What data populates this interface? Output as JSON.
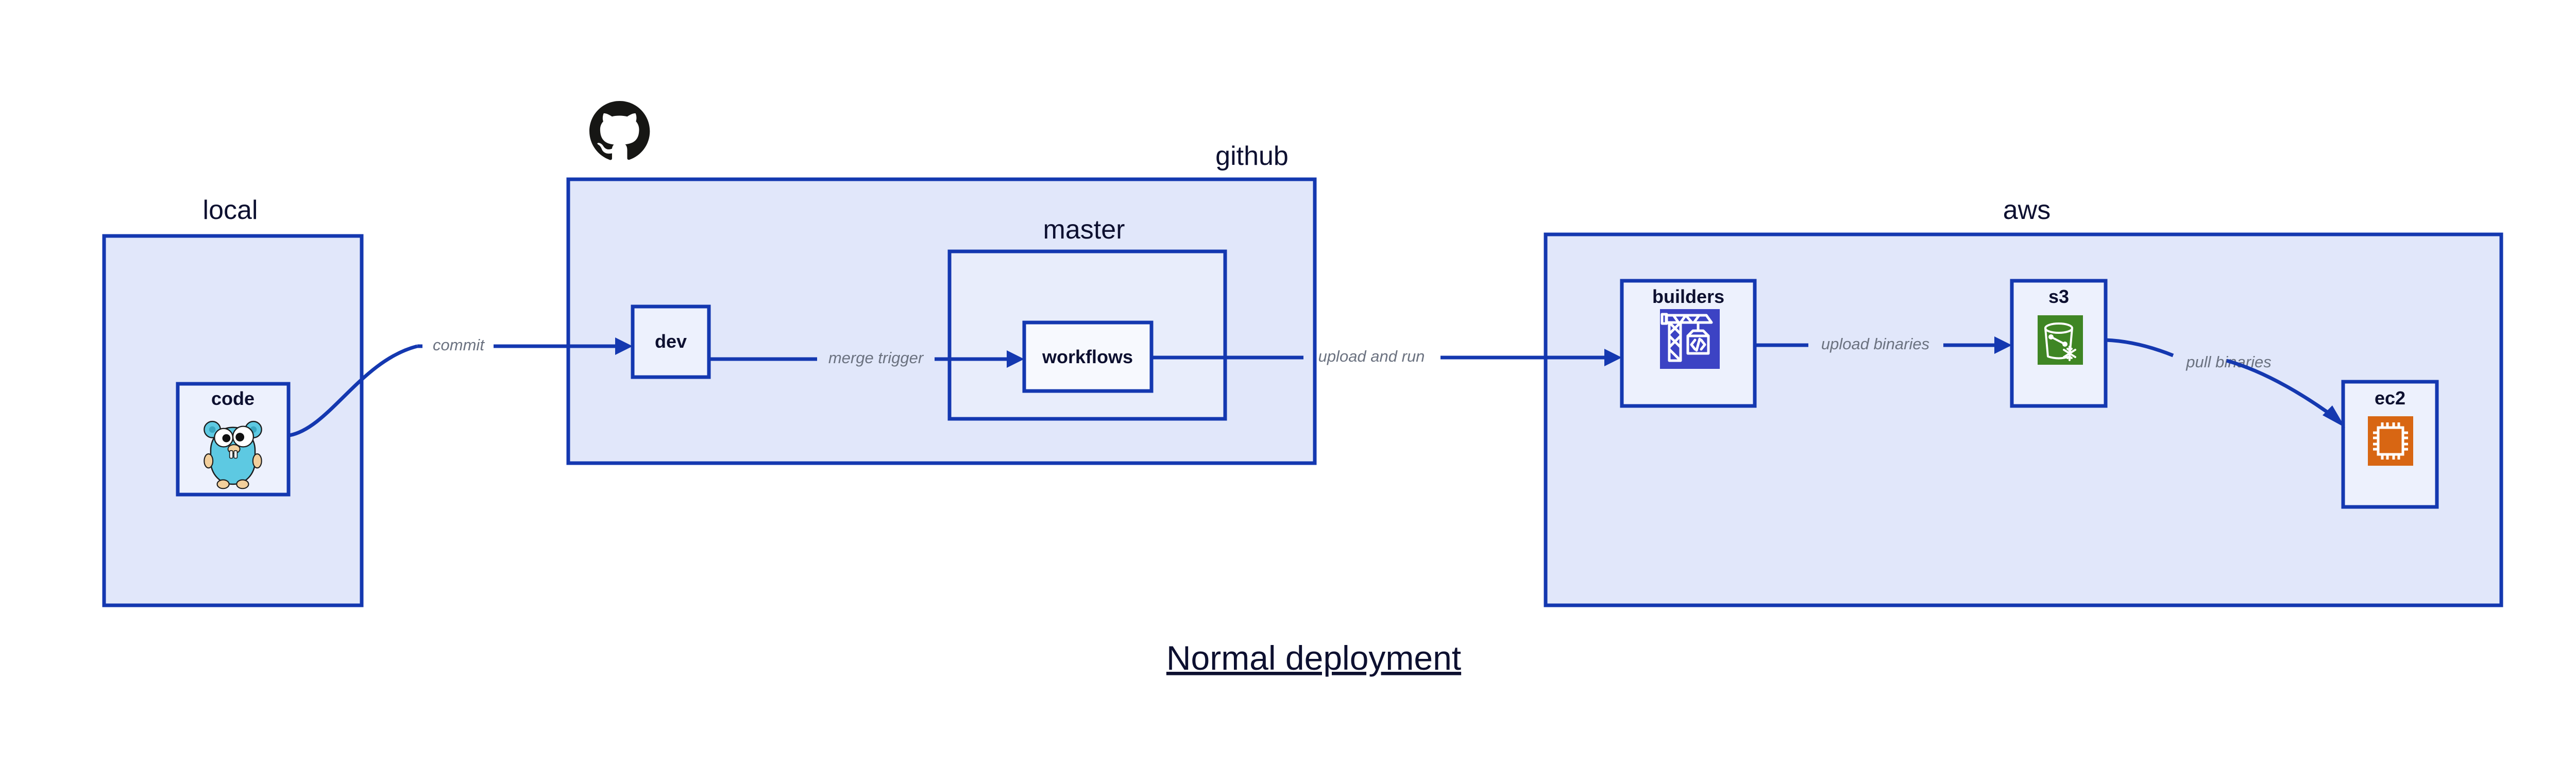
{
  "diagram": {
    "title": "Normal deployment",
    "groups": [
      {
        "id": "local",
        "label": "local"
      },
      {
        "id": "github",
        "label": "github"
      },
      {
        "id": "master",
        "label": "master"
      },
      {
        "id": "aws",
        "label": "aws"
      }
    ],
    "nodes": [
      {
        "id": "code",
        "label": "code",
        "icon": "go-gopher-icon",
        "group": "local"
      },
      {
        "id": "dev",
        "label": "dev",
        "icon": null,
        "group": "github"
      },
      {
        "id": "workflows",
        "label": "workflows",
        "icon": null,
        "group": "master"
      },
      {
        "id": "builders",
        "label": "builders",
        "icon": "aws-codebuild-icon",
        "group": "aws"
      },
      {
        "id": "s3",
        "label": "s3",
        "icon": "aws-s3-icon",
        "group": "aws"
      },
      {
        "id": "ec2",
        "label": "ec2",
        "icon": "aws-ec2-icon",
        "group": "aws"
      }
    ],
    "edges": [
      {
        "id": "commit",
        "label": "commit",
        "from": "code",
        "to": "dev"
      },
      {
        "id": "merge-trigger",
        "label": "merge trigger",
        "from": "dev",
        "to": "workflows"
      },
      {
        "id": "upload-run",
        "label": "upload and run",
        "from": "workflows",
        "to": "builders"
      },
      {
        "id": "upload-bin",
        "label": "upload binaries",
        "from": "builders",
        "to": "s3"
      },
      {
        "id": "pull-bin",
        "label": "pull binaries",
        "from": "s3",
        "to": "ec2"
      }
    ],
    "logos": [
      {
        "id": "github-logo",
        "icon": "github-octocat-icon"
      }
    ],
    "colors": {
      "border": "#1438b0",
      "container_fill": "#e1e7fa",
      "subcontainer_fill": "#e8edfb",
      "node_fill": "#edf1fd",
      "node_fill_light": "#f7f9fe",
      "text": "#0d1030",
      "edge_label": "#6b7280",
      "aws_codebuild": "#3c43c4",
      "aws_s3": "#3f8624",
      "aws_ec2": "#d86613",
      "go_gopher": "#5dc9e2",
      "github_logo": "#161614",
      "page_background": "#ffffff"
    }
  }
}
